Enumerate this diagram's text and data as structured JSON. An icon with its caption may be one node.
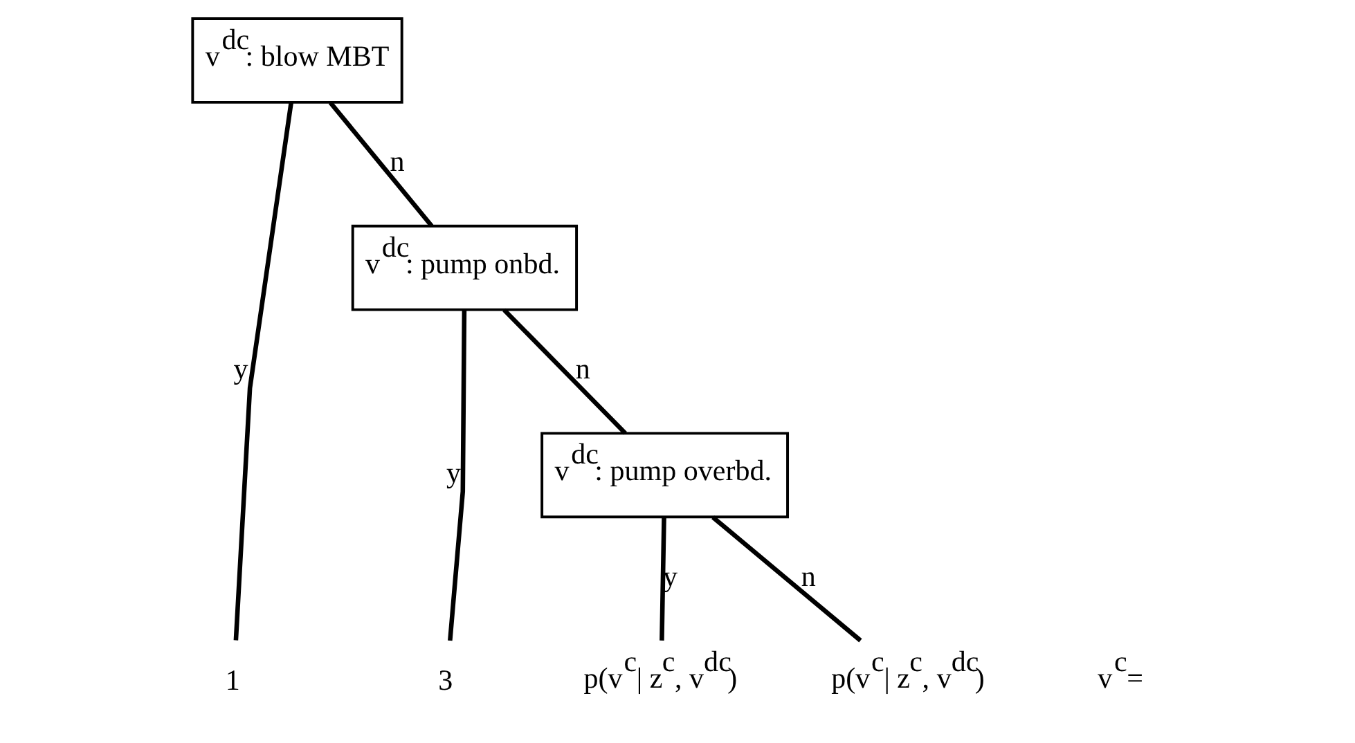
{
  "diagram": {
    "nodes": [
      {
        "text": [
          "v$^{dc}$: blow MBT"
        ]
      },
      {
        "text": [
          "v$^{dc}$: pump onbd."
        ]
      },
      {
        "text": [
          "v$^{dc}$: pump overbd."
        ]
      },
      {
        "text": [
          "1"
        ]
      },
      {
        "text": [
          "3"
        ]
      },
      {
        "text": [
          "p(v$^{c}$| z$^{c}$, v$^{dc}$)"
        ]
      },
      {
        "text": [
          "p(v$^{c}$| z$^{c}$, v$^{dc}$)"
        ]
      }
    ],
    "edges": [
      {
        "from": 0,
        "to": 3,
        "arrow": "none",
        "label": "y"
      },
      {
        "from": 0,
        "to": 1,
        "arrow": "none",
        "label": "n"
      },
      {
        "from": 1,
        "to": 4,
        "arrow": "none",
        "label": "y"
      },
      {
        "from": 1,
        "to": 2,
        "arrow": "none",
        "label": "n"
      },
      {
        "from": 2,
        "to": 5,
        "arrow": "none",
        "label": "y"
      },
      {
        "from": 2,
        "to": 6,
        "arrow": "none",
        "label": "n"
      }
    ],
    "labels": [
      "v$^{c}$="
    ]
  }
}
